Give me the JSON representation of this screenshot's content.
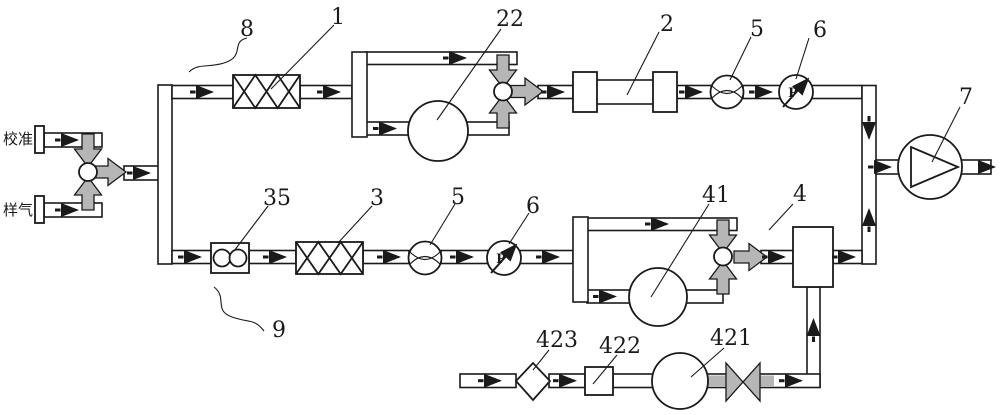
{
  "labels": {
    "inlet_calibration": "校准",
    "inlet_sample": "样气",
    "n1": "1",
    "n2": "2",
    "n3": "3",
    "n4": "4",
    "n5": "5",
    "n6": "6",
    "n7": "7",
    "n8": "8",
    "n9": "9",
    "n22": "22",
    "n35": "35",
    "n41": "41",
    "n421": "421",
    "n422": "422",
    "n423": "423",
    "p": "P"
  },
  "colors": {
    "line": "#1a1a1a",
    "arrow_fill": "#b6b6b6",
    "bg": "#ffffff",
    "pipe_fill": "#ffffff"
  }
}
